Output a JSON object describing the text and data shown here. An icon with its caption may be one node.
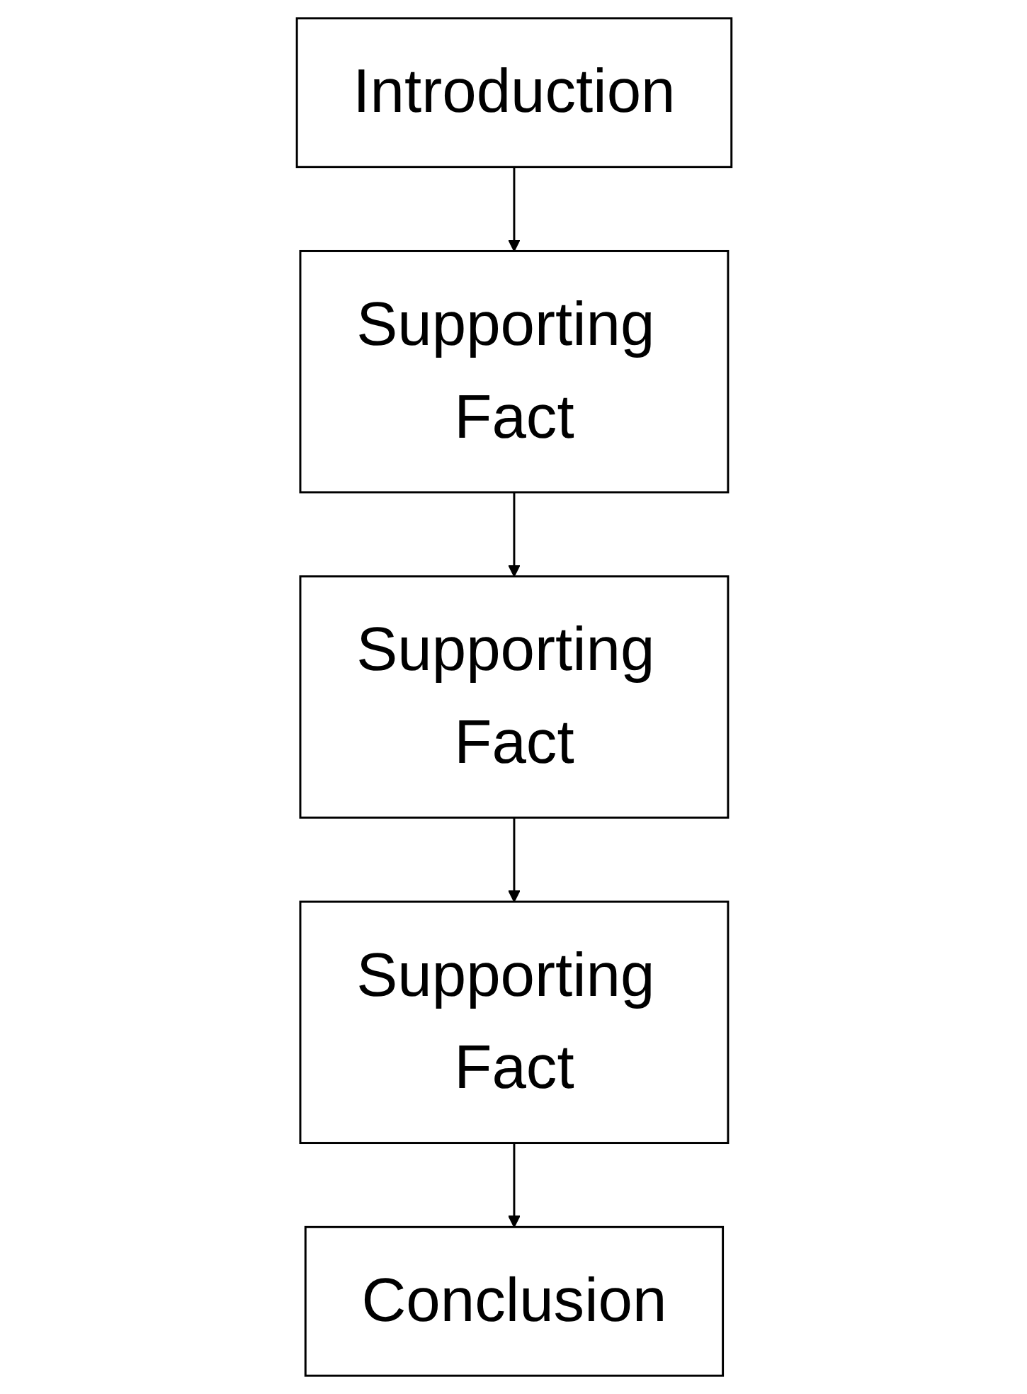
{
  "diagram": {
    "nodes": [
      {
        "text": [
          "Introduction"
        ]
      },
      {
        "text": [
          "Supporting Fact"
        ]
      },
      {
        "text": [
          "Supporting Fact"
        ]
      },
      {
        "text": [
          "Supporting Fact"
        ]
      },
      {
        "text": [
          "Conclusion"
        ]
      }
    ],
    "edges": [
      {
        "from": 0,
        "to": 1,
        "arrow": "to"
      },
      {
        "from": 1,
        "to": 2,
        "arrow": "to"
      },
      {
        "from": 2,
        "to": 3,
        "arrow": "to"
      },
      {
        "from": 3,
        "to": 4,
        "arrow": "to"
      }
    ]
  }
}
